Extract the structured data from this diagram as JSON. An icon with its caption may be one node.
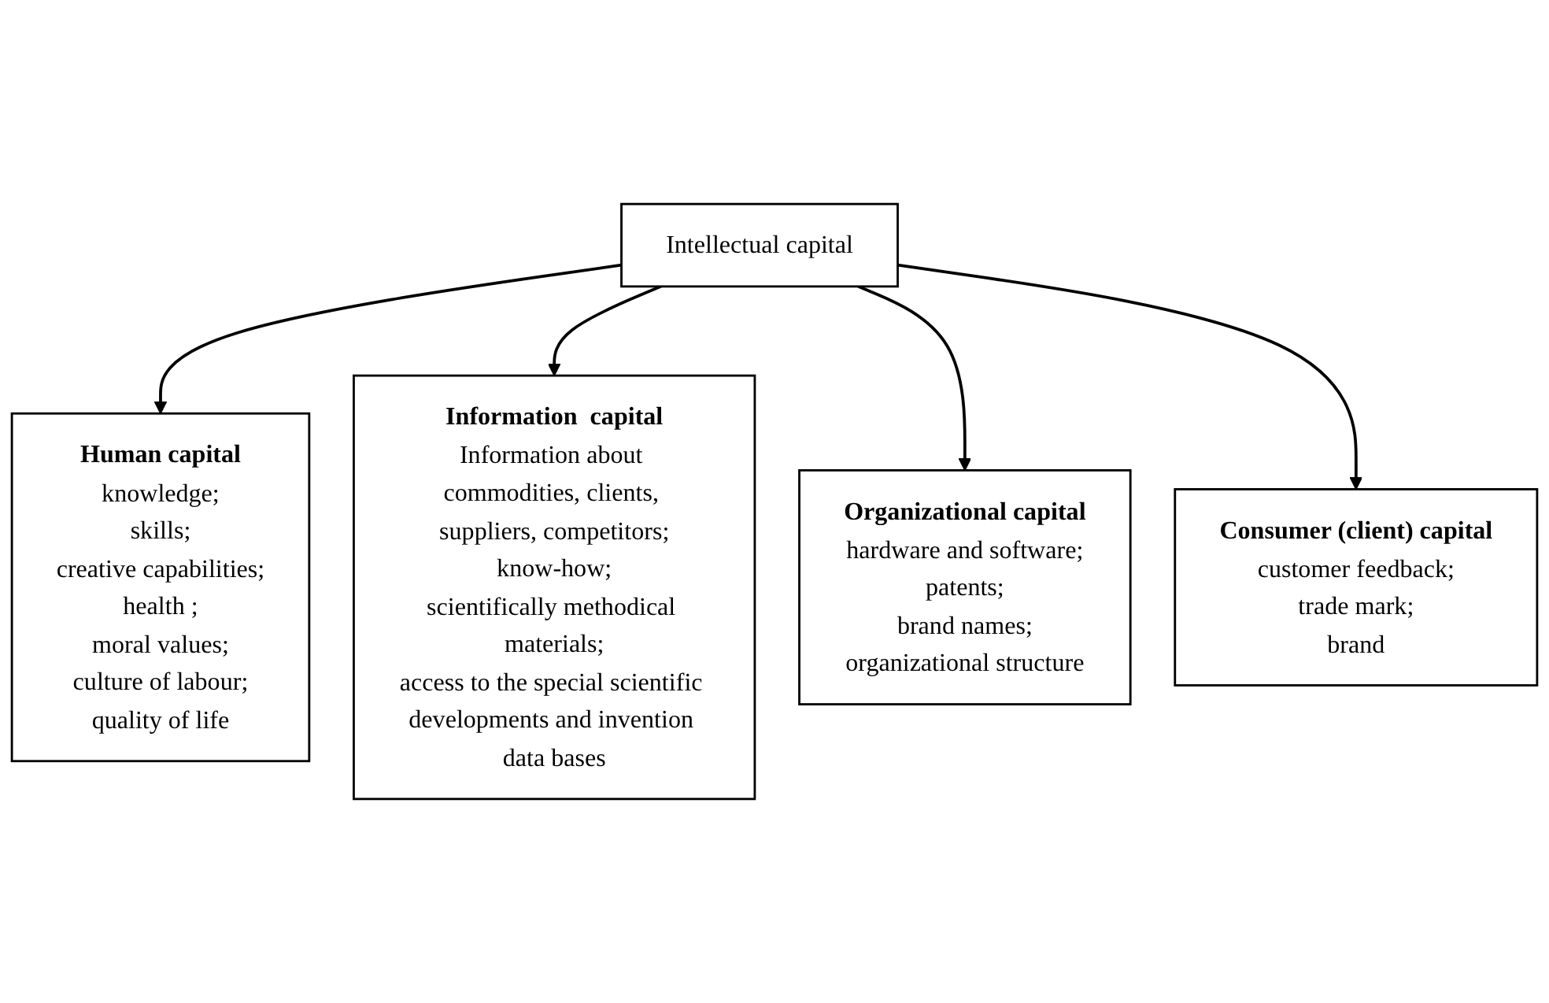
{
  "diagram": {
    "nodes": [
      {
        "text": [
          "Human capital",
          "knowledge;",
          "skills;",
          "creative capabilities;",
          "health ;",
          "moral values;",
          "culture of labour;",
          "quality of life"
        ]
      },
      {
        "text": [
          "Intellectual capital"
        ]
      },
      {
        "text": [
          "Information  capital",
          "Information about commodities, clients, suppliers, competitors;",
          "know-how;",
          "scientifically methodical materials;",
          "access to the special scientific developments and invention data bases"
        ]
      },
      {
        "text": [
          "Organizational capital",
          "hardware and software;",
          "patents;",
          "brand names;",
          "organizational structure"
        ]
      },
      {
        "text": [
          "Consumer (client) capital",
          "customer feedback;",
          "trade mark;",
          "brand"
        ]
      }
    ],
    "edges": [
      {
        "from": 1,
        "to": 0,
        "arrow": "to"
      },
      {
        "from": 1,
        "to": 2,
        "arrow": "to"
      },
      {
        "from": 1,
        "to": 3,
        "arrow": "to"
      },
      {
        "from": 1,
        "to": 4,
        "arrow": "to"
      }
    ]
  }
}
